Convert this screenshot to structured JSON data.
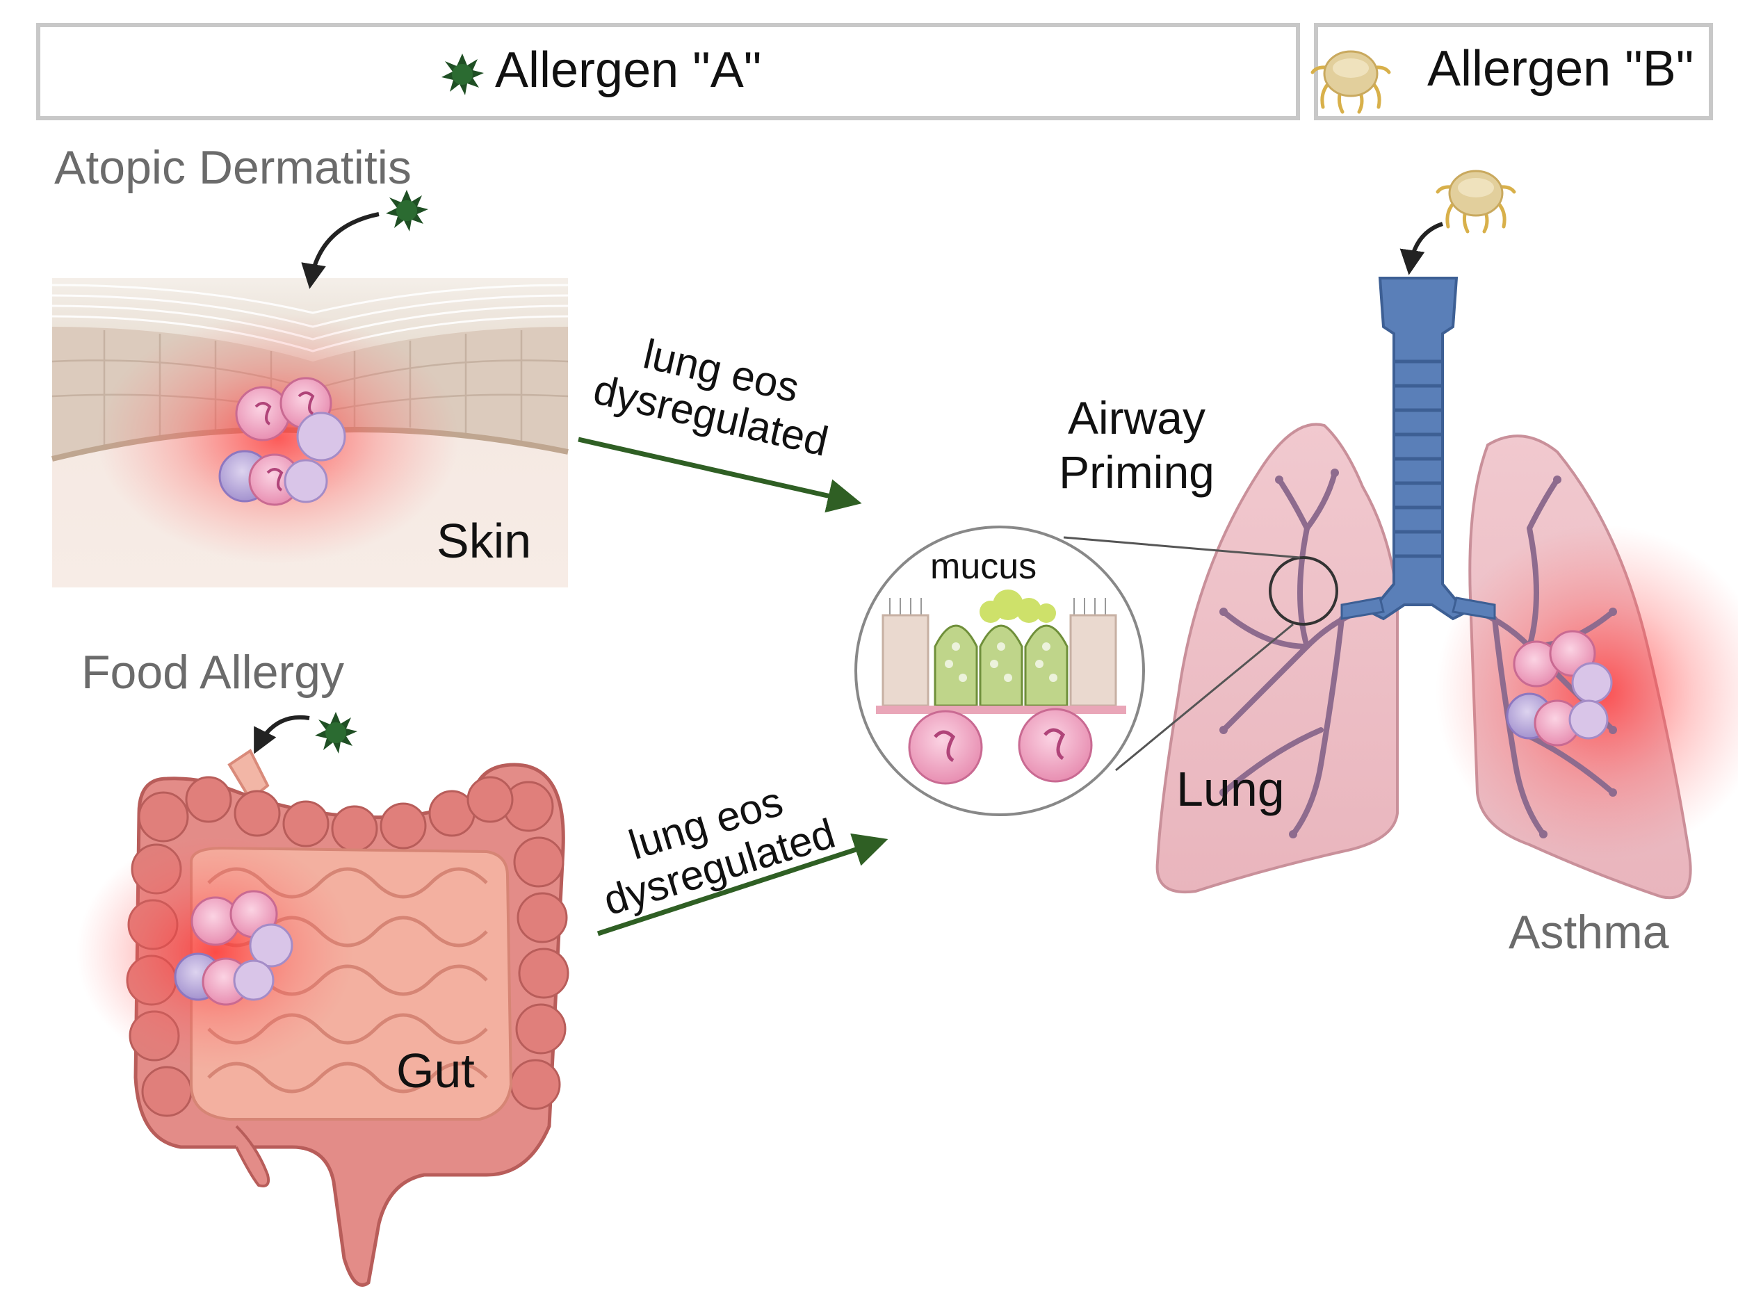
{
  "header": {
    "allergen_a": "Allergen \"A\"",
    "allergen_b": "Allergen \"B\""
  },
  "conditions": {
    "atopic_dermatitis": "Atopic Dermatitis",
    "food_allergy": "Food Allergy",
    "asthma": "Asthma"
  },
  "organs": {
    "skin": "Skin",
    "gut": "Gut",
    "lung": "Lung"
  },
  "arrows": {
    "skin_to_lung": [
      "lung eos",
      "dysregulated"
    ],
    "gut_to_lung": [
      "lung eos",
      "dysregulated"
    ]
  },
  "lung_panel": {
    "airway_priming": [
      "Airway",
      "Priming"
    ],
    "inset_label": "mucus"
  },
  "colors": {
    "arrow_green": "#2f5f24",
    "allergen_a_green": "#24582a",
    "header_border": "#c8c8c8",
    "inflammation": "#ff3b3b"
  }
}
